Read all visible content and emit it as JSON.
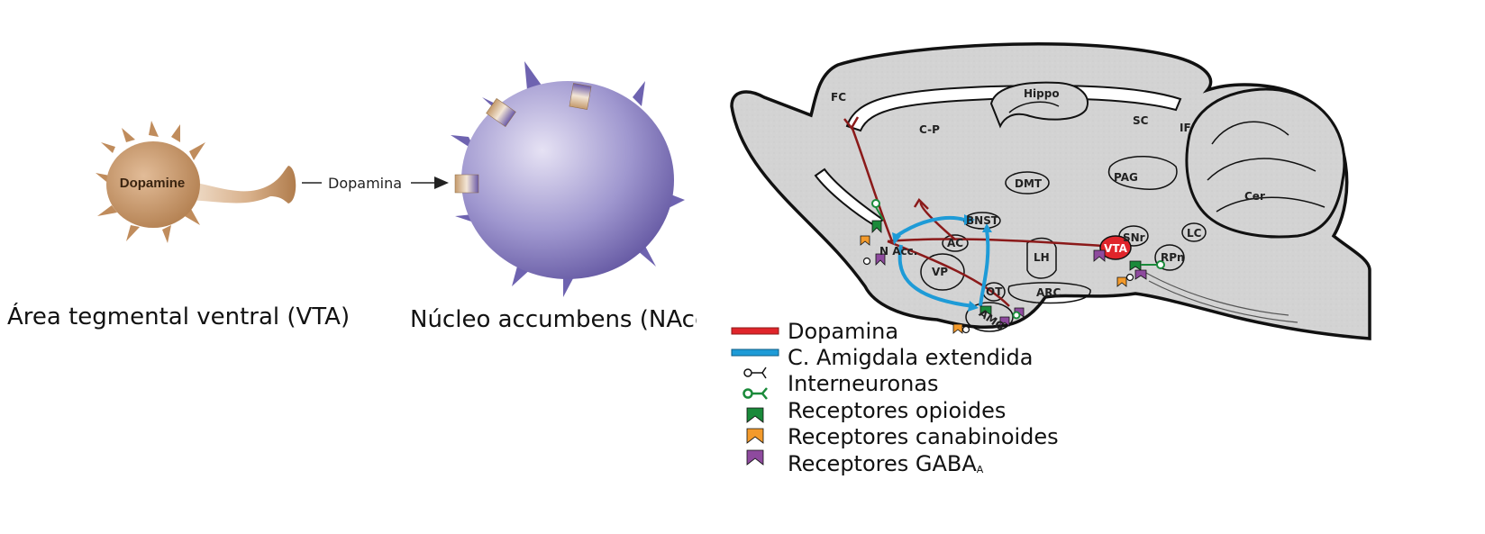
{
  "left_panel": {
    "neuron_label": "Dopamine",
    "arrow_label": "Dopamina",
    "vta_caption": "Área tegmental ventral (VTA)",
    "nacc_caption": "Núcleo accumbens (NAcc"
  },
  "brain": {
    "regions": {
      "fc": "FC",
      "cp": "C-P",
      "hippo": "Hippo",
      "sc": "SC",
      "if": "IF",
      "dmt": "DMT",
      "pag": "PAG",
      "cer": "Cer",
      "bnst": "BNST",
      "nacc": "N Acc.",
      "ac": "AC",
      "vp": "VP",
      "lh": "LH",
      "snr": "SNr",
      "lc": "LC",
      "vta": "VTA",
      "rpn": "RPn",
      "ot": "OT",
      "arc": "ARC",
      "amg": "AMG"
    },
    "colors": {
      "tissue": "#d3d3d3",
      "dopamine": "#8b1a1a",
      "amygdala": "#1e9bd7",
      "vta": "#e0252b"
    }
  },
  "legend": {
    "items": [
      {
        "label": "Dopamina",
        "icon": "red-line",
        "color": "#e0252b"
      },
      {
        "label": "C. Amigdala extendida",
        "icon": "blue-line",
        "color": "#1e9bd7"
      },
      {
        "label": "Interneuronas",
        "icon": "interneuron-white-icon",
        "color": "#ffffff"
      },
      {
        "label": "Interneuronas",
        "icon": "interneuron-green-icon",
        "color": "#1a8a3a"
      },
      {
        "label": "Receptores opioides",
        "icon": "green-receptor-icon",
        "color": "#1a8a3a"
      },
      {
        "label": "Receptores canabinoides",
        "icon": "orange-receptor-icon",
        "color": "#f39a2b"
      },
      {
        "label": "Receptores GABA",
        "label_sub": "A",
        "icon": "purple-receptor-icon",
        "color": "#8e4a9e"
      }
    ]
  }
}
